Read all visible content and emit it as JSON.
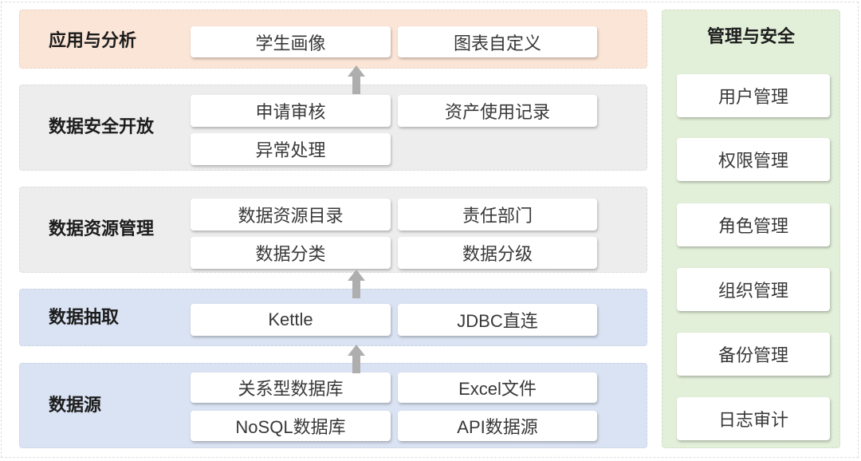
{
  "layers": [
    {
      "label": "应用与分析",
      "color": "#fbe5d6",
      "items": [
        "学生画像",
        "图表自定义"
      ]
    },
    {
      "label": "数据安全开放",
      "color": "#ededed",
      "items": [
        "申请审核",
        "资产使用记录",
        "异常处理"
      ]
    },
    {
      "label": "数据资源管理",
      "color": "#ededed",
      "items": [
        "数据资源目录",
        "责任部门",
        "数据分类",
        "数据分级"
      ]
    },
    {
      "label": "数据抽取",
      "color": "#dae3f3",
      "items": [
        "Kettle",
        "JDBC直连"
      ]
    },
    {
      "label": "数据源",
      "color": "#dae3f3",
      "items": [
        "关系型数据库",
        "Excel文件",
        "NoSQL数据库",
        "API数据源"
      ]
    }
  ],
  "side_panel": {
    "title": "管理与安全",
    "color": "#e2efd9",
    "items": [
      "用户管理",
      "权限管理",
      "角色管理",
      "组织管理",
      "备份管理",
      "日志审计"
    ]
  },
  "arrow_color": "#aeaeae"
}
